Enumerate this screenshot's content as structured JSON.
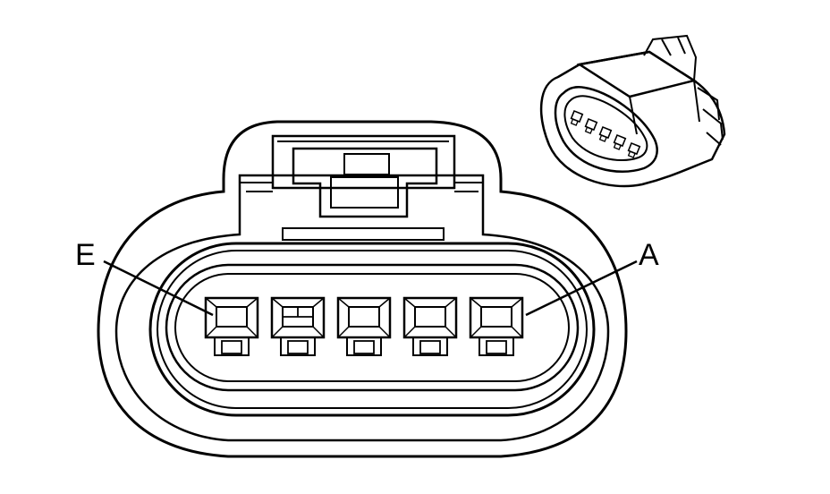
{
  "diagram": {
    "type": "connector-face-view",
    "colors": {
      "line": "#000000",
      "background": "#ffffff"
    },
    "terminals": [
      {
        "id": "E",
        "callout": "E"
      },
      {
        "id": "D",
        "callout": ""
      },
      {
        "id": "C",
        "callout": ""
      },
      {
        "id": "B",
        "callout": ""
      },
      {
        "id": "A",
        "callout": "A"
      }
    ],
    "labels": {
      "left": "E",
      "right": "A"
    }
  }
}
